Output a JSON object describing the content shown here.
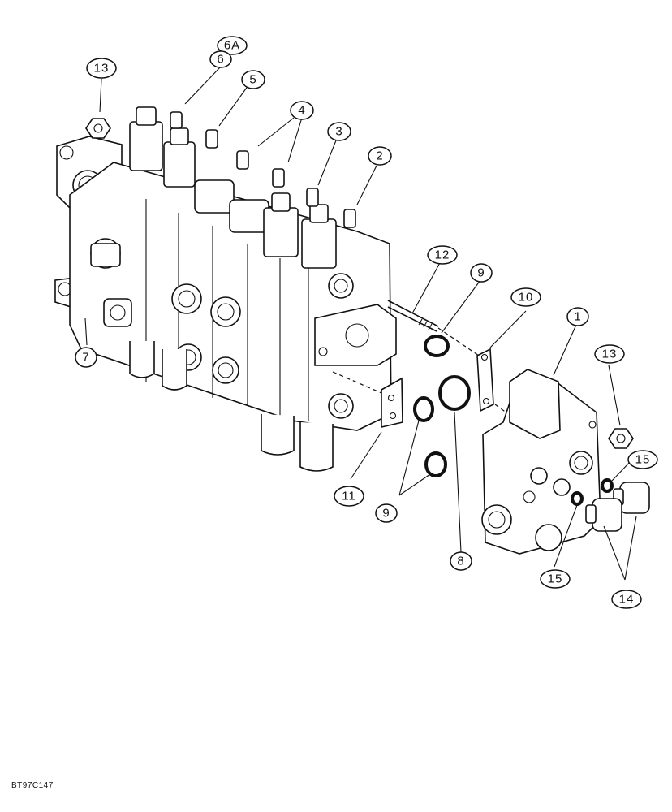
{
  "figure": {
    "reference_code": "BT97C147"
  },
  "callouts": [
    {
      "id": "c1",
      "label": "1"
    },
    {
      "id": "c2",
      "label": "2"
    },
    {
      "id": "c3",
      "label": "3"
    },
    {
      "id": "c4",
      "label": "4"
    },
    {
      "id": "c5",
      "label": "5"
    },
    {
      "id": "c6",
      "label": "6"
    },
    {
      "id": "c6a",
      "label": "6A"
    },
    {
      "id": "c7",
      "label": "7"
    },
    {
      "id": "c8",
      "label": "8"
    },
    {
      "id": "c9a",
      "label": "9"
    },
    {
      "id": "c9b",
      "label": "9"
    },
    {
      "id": "c10",
      "label": "10"
    },
    {
      "id": "c11",
      "label": "11"
    },
    {
      "id": "c12",
      "label": "12"
    },
    {
      "id": "c13a",
      "label": "13"
    },
    {
      "id": "c13b",
      "label": "13"
    },
    {
      "id": "c14",
      "label": "14"
    },
    {
      "id": "c15a",
      "label": "15"
    },
    {
      "id": "c15b",
      "label": "15"
    }
  ]
}
